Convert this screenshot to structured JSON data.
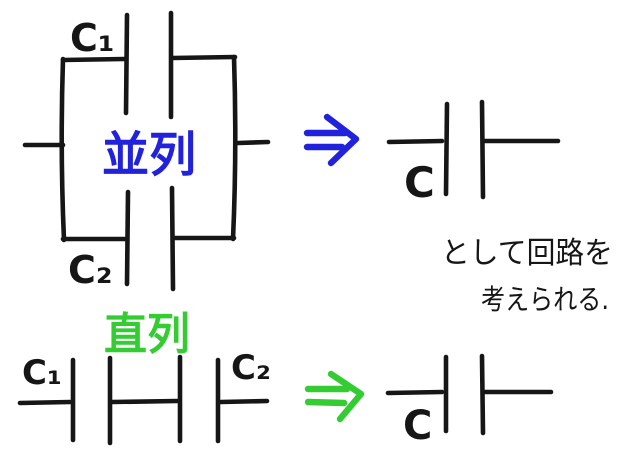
{
  "canvas": {
    "background_color": "#ffffff",
    "description_icon": "hand-drawn-circuit-sketch"
  },
  "colors": {
    "ink": "#161616",
    "blue": "#2222dd",
    "green": "#33cc33"
  },
  "parallel_section": {
    "title": "並列",
    "capacitor1_label": "C₁",
    "capacitor2_label": "C₂",
    "arrow_icon": "double-arrow-right-icon",
    "result_capacitor_label": "C"
  },
  "series_section": {
    "title": "直列",
    "capacitor1_label": "C₁",
    "capacitor2_label": "C₂",
    "arrow_icon": "double-arrow-right-icon",
    "result_capacitor_label": "C"
  },
  "note": {
    "line1": "として回路を",
    "line2": "考えられる."
  }
}
